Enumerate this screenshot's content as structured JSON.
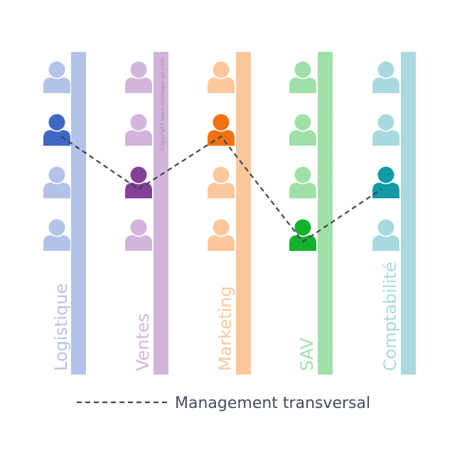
{
  "copyright": "Copyright www.manager-go.com",
  "legend": {
    "label": "Management transversal"
  },
  "departments": [
    {
      "name": "Logistique",
      "bar_color": "#b3c2e8",
      "person_color": "#b3c2e8",
      "highlight_color": "#3e68c4",
      "highlight_index": 1
    },
    {
      "name": "Ventes",
      "bar_color": "#d3b4dc",
      "person_color": "#d3b4dc",
      "highlight_color": "#843f96",
      "highlight_index": 2
    },
    {
      "name": "Marketing",
      "bar_color": "#fdc79c",
      "person_color": "#fdc79c",
      "highlight_color": "#f5700f",
      "highlight_index": 1
    },
    {
      "name": "SAV",
      "bar_color": "#9fe0a8",
      "person_color": "#9fe0a8",
      "highlight_color": "#14b12d",
      "highlight_index": 3
    },
    {
      "name": "Comptabilité",
      "bar_color": "#a8d9de",
      "person_color": "#a8d9de",
      "highlight_color": "#129aa8",
      "highlight_index": 2
    }
  ],
  "colors": {
    "dash_line": "#3f4552",
    "legend_text": "#444a5a"
  }
}
